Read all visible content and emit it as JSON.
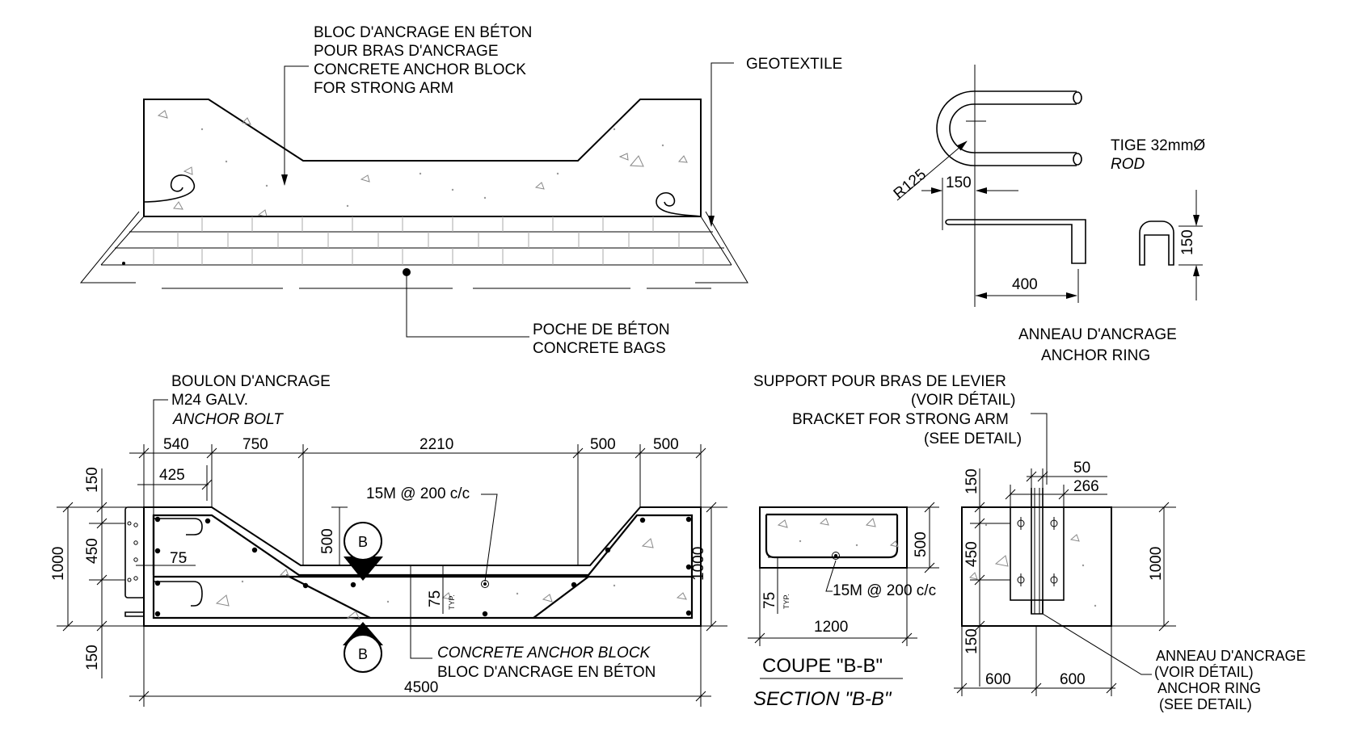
{
  "elevation": {
    "block_label": [
      "BLOC D'ANCRAGE EN BÉTON",
      "POUR BRAS D'ANCRAGE",
      "CONCRETE ANCHOR BLOCK",
      "FOR STRONG ARM"
    ],
    "geotextile_label": "GEOTEXTILE",
    "bags_label": [
      "POCHE DE BÉTON",
      "CONCRETE BAGS"
    ]
  },
  "anchor_ring_detail": {
    "radius_label": "R125",
    "dim_150_top": "150",
    "dim_400": "400",
    "dim_150_side": "150",
    "rod_label": "TIGE 32mmØ",
    "rod_label_en": "ROD",
    "title_fr": "ANNEAU D'ANCRAGE",
    "title_en": "ANCHOR RING"
  },
  "plan": {
    "bolt_label": [
      "BOULON D'ANCRAGE",
      "M24 GALV."
    ],
    "bolt_label_en": "ANCHOR BOLT",
    "top_dims": [
      "540",
      "750",
      "2210",
      "500",
      "500"
    ],
    "dim_425": "425",
    "dim_75_left": "75",
    "dim_500_inner": "500",
    "dim_75_mid": "75",
    "typ": "TYP.",
    "rebar_label": "15M @ 200 c/c",
    "left_dims": [
      "150",
      "450",
      "1000",
      "150"
    ],
    "right_dim": "1000",
    "total_dim": "4500",
    "section_marker": "B",
    "block_label_en": "CONCRETE ANCHOR BLOCK",
    "block_label_fr": "BLOC D'ANCRAGE EN BÉTON"
  },
  "section_bb": {
    "dim_500": "500",
    "dim_75": "75",
    "typ": "TYP.",
    "rebar_label": "15M @ 200 c/c",
    "dim_1200": "1200",
    "title_fr": "COUPE \"B-B\"",
    "title_en": "SECTION \"B-B\""
  },
  "end_view": {
    "bracket_label": [
      "SUPPORT POUR BRAS DE LEVIER",
      "(VOIR DÉTAIL)",
      "BRACKET FOR STRONG ARM",
      "(SEE DETAIL)"
    ],
    "dim_50": "50",
    "dim_266": "266",
    "left_dims": [
      "150",
      "450",
      "150"
    ],
    "right_dim": "1000",
    "bottom_dims": [
      "600",
      "600"
    ],
    "ring_label": [
      "ANNEAU D'ANCRAGE",
      "(VOIR DÉTAIL)",
      "ANCHOR RING",
      "(SEE DETAIL)"
    ]
  }
}
